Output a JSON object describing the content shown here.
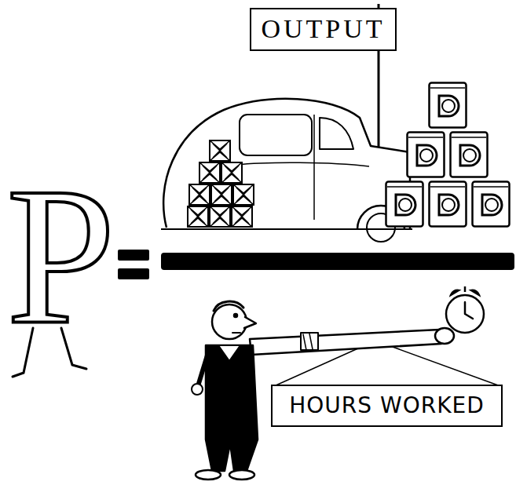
{
  "diagram": {
    "nodes": [
      {
        "text": [
          "OUTPUT"
        ]
      },
      {
        "text": [
          "HOURS WORKED"
        ]
      }
    ],
    "labels": [
      "P"
    ]
  }
}
